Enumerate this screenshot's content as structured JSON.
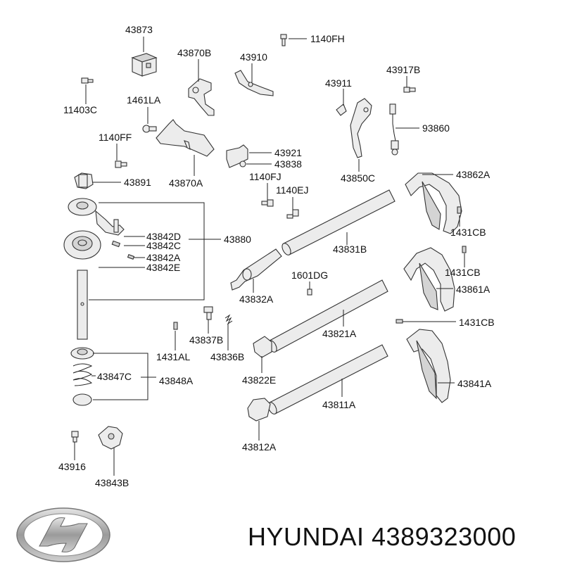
{
  "diagram": {
    "part_labels": {
      "p43873": "43873",
      "p1140FH": "1140FH",
      "p43870B": "43870B",
      "p43910": "43910",
      "p43917B": "43917B",
      "p11403C": "11403C",
      "p1461LA": "1461LA",
      "p43911": "43911",
      "p93860": "93860",
      "p1140FF": "1140FF",
      "p43921": "43921",
      "p43838": "43838",
      "p43891": "43891",
      "p43870A": "43870A",
      "p1140FJ": "1140FJ",
      "p43850C": "43850C",
      "p43862A": "43862A",
      "p1140EJ": "1140EJ",
      "p43880": "43880",
      "p43842D": "43842D",
      "p43842C": "43842C",
      "p43842A": "43842A",
      "p43842E": "43842E",
      "p1431CB_1": "1431CB",
      "p43831B": "43831B",
      "p1601DG": "1601DG",
      "p1431CB_2": "1431CB",
      "p43832A": "43832A",
      "p43861A": "43861A",
      "p1431CB_3": "1431CB",
      "p43821A": "43821A",
      "p43837B": "43837B",
      "p1431AL": "1431AL",
      "p43836B": "43836B",
      "p43847C": "43847C",
      "p43848A": "43848A",
      "p43822E": "43822E",
      "p43841A": "43841A",
      "p43811A": "43811A",
      "p43916": "43916",
      "p43812A": "43812A",
      "p43843B": "43843B"
    },
    "caption": "HYUNDAI 4389323000"
  },
  "logo": {
    "name": "hyundai-logo"
  },
  "colors": {
    "line": "#222222",
    "part_fill": "#ececec",
    "text": "#111111"
  }
}
